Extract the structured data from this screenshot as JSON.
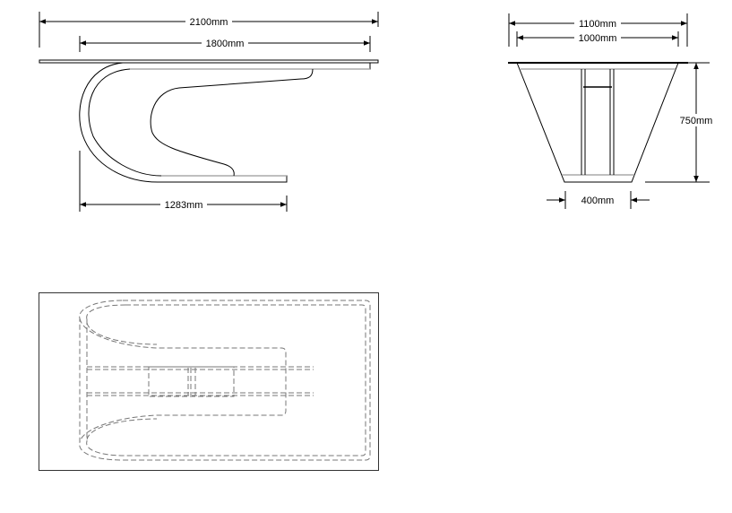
{
  "title": "Table technical drawing",
  "front_view": {
    "overall_length": "2100mm",
    "top_inner_length": "1800mm",
    "base_length": "1283mm"
  },
  "side_view": {
    "top_width": "1100mm",
    "leg_top_width": "1000mm",
    "height": "750mm",
    "base_width": "400mm"
  },
  "plan_view": {}
}
